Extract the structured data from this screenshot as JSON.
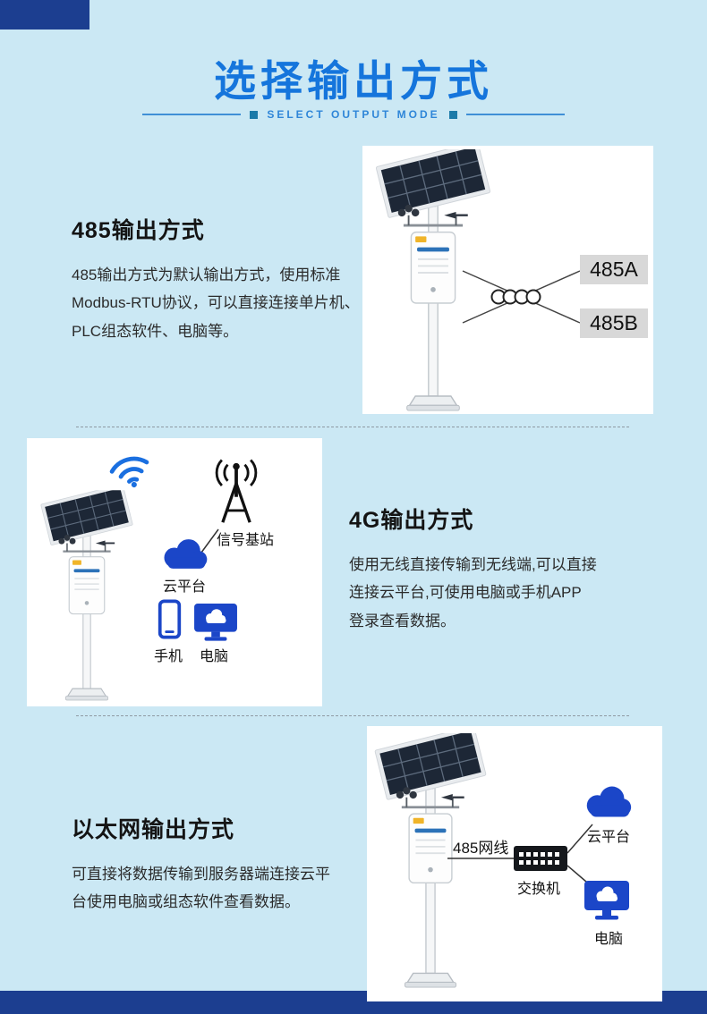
{
  "page": {
    "title": "选择输出方式",
    "subtitle": "SELECT OUTPUT MODE"
  },
  "colors": {
    "background": "#cbe8f4",
    "title_blue": "#1575dc",
    "navy_bar": "#1c3e90",
    "device_blue": "#1b46c8",
    "wifi_blue": "#1a6fe0",
    "tag_gray": "#d8d8d8"
  },
  "icons": {
    "weather_station": "solar-weather-station",
    "wifi": "wifi-arcs",
    "signal_tower": "antenna-mast",
    "cloud": "cloud",
    "phone": "smartphone",
    "computer": "monitor-with-cloud",
    "coil": "inductor-coil",
    "switch": "network-switch"
  },
  "sections": {
    "rs485": {
      "heading": "485输出方式",
      "body": "485输出方式为默认输出方式，使用标准\nModbus-RTU协议，可以直接连接单片机、\nPLC组态软件、电脑等。",
      "label_a": "485A",
      "label_b": "485B"
    },
    "g4": {
      "heading": "4G输出方式",
      "body": "使用无线直接传输到无线端,可以直接\n连接云平台,可使用电脑或手机APP\n登录查看数据。",
      "labels": {
        "tower": "信号基站",
        "cloud": "云平台",
        "phone": "手机",
        "pc": "电脑"
      }
    },
    "eth": {
      "heading": "以太网输出方式",
      "body": "可直接将数据传输到服务器端连接云平\n台使用电脑或组态软件查看数据。",
      "labels": {
        "cable": "485网线",
        "switch": "交换机",
        "cloud": "云平台",
        "pc": "电脑"
      }
    }
  }
}
